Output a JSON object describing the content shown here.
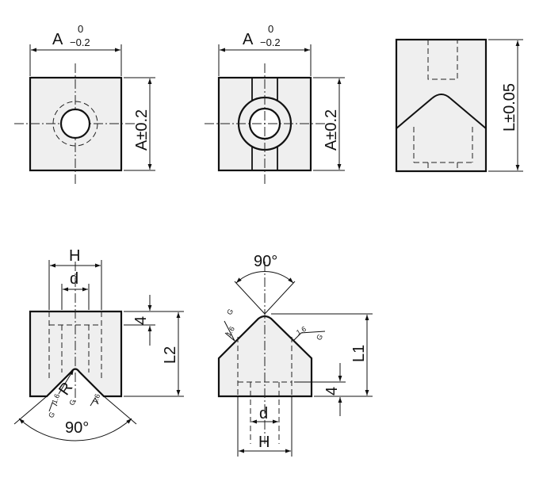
{
  "views": {
    "top_left": {
      "width_label": "A",
      "width_tol_upper": "0",
      "width_tol_lower": "−0.2",
      "height_label": "A±0.2"
    },
    "top_middle": {
      "width_label": "A",
      "width_tol_upper": "0",
      "width_tol_lower": "−0.2",
      "height_label": "A±0.2"
    },
    "top_right": {
      "length_label": "L±0.05"
    },
    "bottom_left": {
      "h_label": "H",
      "d_label": "d",
      "depth_label": "4",
      "l2_label": "L2",
      "radius_label": "R",
      "angle_label": "90°",
      "finish_marks": [
        "1.6",
        "1.6",
        "1.6"
      ],
      "finish_symbols": [
        "G",
        "G",
        "G"
      ]
    },
    "bottom_middle": {
      "angle_label": "90°",
      "l1_label": "L1",
      "depth_label": "4",
      "d_label": "d",
      "h_label": "H",
      "finish_marks": [
        "1.6",
        "1.6"
      ],
      "finish_symbols": [
        "G",
        "G"
      ]
    }
  }
}
